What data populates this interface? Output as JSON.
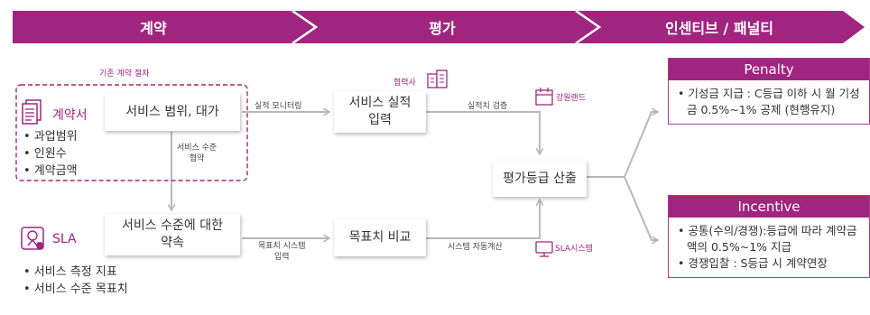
{
  "header": {
    "phases": [
      "계약",
      "평가",
      "인센티브 / 패널티"
    ]
  },
  "group": {
    "title": "기존 계약 절차"
  },
  "contract_doc": {
    "title": "계약서",
    "items": [
      "• 과업범위",
      "• 인원수",
      "• 계약금액"
    ]
  },
  "sla": {
    "title": "SLA",
    "items": [
      "• 서비스 측정 지표",
      "• 서비스 수준 목표치"
    ]
  },
  "boxes": {
    "scope": "서비스 범위, 대가",
    "agreement": [
      "서비스 수준에 대한",
      "약속"
    ],
    "performance": [
      "서비스 실적",
      "입력"
    ],
    "compare": "목표치 비교",
    "grade": "평가등급 산출"
  },
  "labels": {
    "monitoring": "실적 모니터링",
    "level_agree": [
      "서비스 수준",
      "협약"
    ],
    "target_input": [
      "목표치 시스템",
      "입력"
    ],
    "verify": "실적치 검증",
    "autocalc": "시스템 자동계산"
  },
  "actors": {
    "partner": "협력사",
    "gangwon": "강원랜드",
    "sla_system": "SLA시스템"
  },
  "penalty": {
    "title": "Penalty",
    "lines": [
      "• 기성금 지급 : C등급 이하 시 월 기성금 0.5%~1% 공제 (현행유지)"
    ]
  },
  "incentive": {
    "title": "Incentive",
    "lines": [
      "• 공통(수의/경쟁):등급에 따라 계약금액의 0.5%~1% 지급",
      "• 경쟁입찰 : S등급 시 계약연장"
    ]
  },
  "colors": {
    "accent": "#a0257f",
    "arrow": "#b8b8b8"
  }
}
